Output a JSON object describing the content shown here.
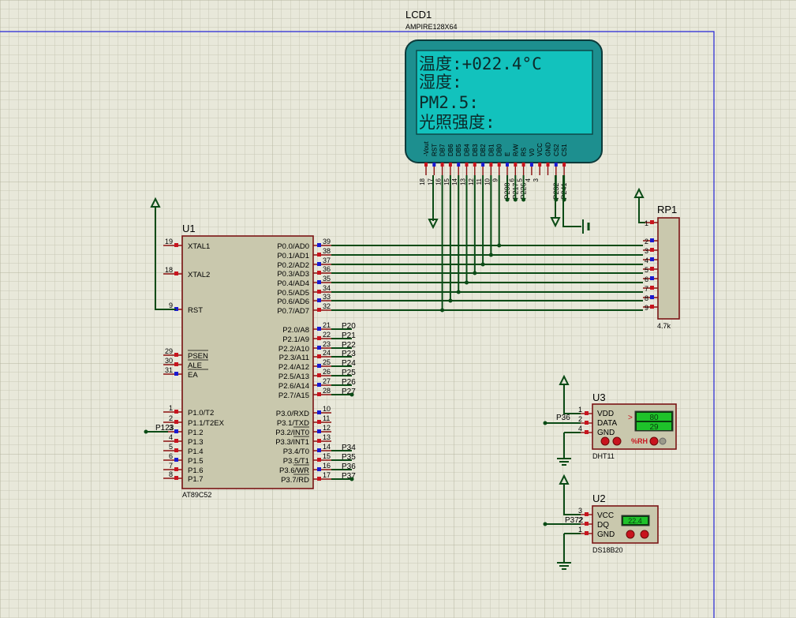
{
  "lcd": {
    "ref": "LCD1",
    "part": "AMPIRE128X64",
    "lines": [
      "温度:+022.4°C",
      "湿度:",
      "PM2.5:",
      "光照强度:"
    ],
    "pins": [
      "-Vout",
      "RST",
      "DB7",
      "DB6",
      "DB5",
      "DB4",
      "DB3",
      "DB2",
      "DB1",
      "DB0",
      "E",
      "R/W",
      "RS",
      "V0",
      "VCC",
      "GND",
      "CS2",
      "CS1"
    ],
    "pin_numbers": [
      "18",
      "17",
      "16",
      "15",
      "14",
      "13",
      "12",
      "11",
      "10",
      "9",
      "6",
      "5",
      "4",
      "3"
    ],
    "net_labels": [
      "P208",
      "P217",
      "P226",
      "P232",
      "P241"
    ]
  },
  "u1": {
    "ref": "U1",
    "part": "AT89C52",
    "left_pins": [
      {
        "num": "19",
        "name": "XTAL1"
      },
      {
        "num": "18",
        "name": "XTAL2"
      },
      {
        "num": "9",
        "name": "RST"
      },
      {
        "num": "29",
        "name": "PSEN"
      },
      {
        "num": "30",
        "name": "ALE"
      },
      {
        "num": "31",
        "name": "EA"
      },
      {
        "num": "1",
        "name": "P1.0/T2"
      },
      {
        "num": "2",
        "name": "P1.1/T2EX"
      },
      {
        "num": "3",
        "name": "P1.2"
      },
      {
        "num": "4",
        "name": "P1.3"
      },
      {
        "num": "5",
        "name": "P1.4"
      },
      {
        "num": "6",
        "name": "P1.5"
      },
      {
        "num": "7",
        "name": "P1.6"
      },
      {
        "num": "8",
        "name": "P1.7"
      }
    ],
    "right_pins": [
      {
        "num": "39",
        "name": "P0.0/AD0"
      },
      {
        "num": "38",
        "name": "P0.1/AD1"
      },
      {
        "num": "37",
        "name": "P0.2/AD2"
      },
      {
        "num": "36",
        "name": "P0.3/AD3"
      },
      {
        "num": "35",
        "name": "P0.4/AD4"
      },
      {
        "num": "34",
        "name": "P0.5/AD5"
      },
      {
        "num": "33",
        "name": "P0.6/AD6"
      },
      {
        "num": "32",
        "name": "P0.7/AD7"
      },
      {
        "num": "21",
        "name": "P2.0/A8"
      },
      {
        "num": "22",
        "name": "P2.1/A9"
      },
      {
        "num": "23",
        "name": "P2.2/A10"
      },
      {
        "num": "24",
        "name": "P2.3/A11"
      },
      {
        "num": "25",
        "name": "P2.4/A12"
      },
      {
        "num": "26",
        "name": "P2.5/A13"
      },
      {
        "num": "27",
        "name": "P2.6/A14"
      },
      {
        "num": "28",
        "name": "P2.7/A15"
      },
      {
        "num": "10",
        "name": "P3.0/RXD"
      },
      {
        "num": "11",
        "name": "P3.1/TXD"
      },
      {
        "num": "12",
        "name": "P3.2/INT0"
      },
      {
        "num": "13",
        "name": "P3.3/INT1"
      },
      {
        "num": "14",
        "name": "P3.4/T0"
      },
      {
        "num": "15",
        "name": "P3.5/T1"
      },
      {
        "num": "16",
        "name": "P3.6/WR"
      },
      {
        "num": "17",
        "name": "P3.7/RD"
      }
    ],
    "p1_label": "P123",
    "p2_labels": [
      "P20",
      "P21",
      "P22",
      "P23",
      "P24",
      "P25",
      "P26",
      "P27"
    ],
    "p3_labels": [
      "P34",
      "P35",
      "P36",
      "P37"
    ]
  },
  "rp1": {
    "ref": "RP1",
    "value": "4.7k",
    "pins": [
      "1",
      "2",
      "3",
      "4",
      "5",
      "6",
      "7",
      "8",
      "9"
    ]
  },
  "u3": {
    "ref": "U3",
    "part": "DHT11",
    "pins": [
      {
        "num": "1",
        "name": "VDD"
      },
      {
        "num": "2",
        "name": "DATA"
      },
      {
        "num": "4",
        "name": "GND"
      }
    ],
    "net_label": "P36",
    "display_top": "80",
    "display_bottom": "29",
    "unit": "%RH",
    "arrow": ">"
  },
  "u2": {
    "ref": "U2",
    "part": "DS18B20",
    "pins": [
      {
        "num": "3",
        "name": "VCC"
      },
      {
        "num": "2",
        "name": "DQ"
      },
      {
        "num": "1",
        "name": "GND"
      }
    ],
    "net_label": "P372",
    "display": "22.4"
  },
  "colors": {
    "background": "#e8e8da",
    "lcd_bezel": "#1d8f8f",
    "lcd_screen": "#12c2bd",
    "wire": "#0b4b16",
    "component_body": "#c9c8ad",
    "sensor_display": "#0a6b12"
  }
}
